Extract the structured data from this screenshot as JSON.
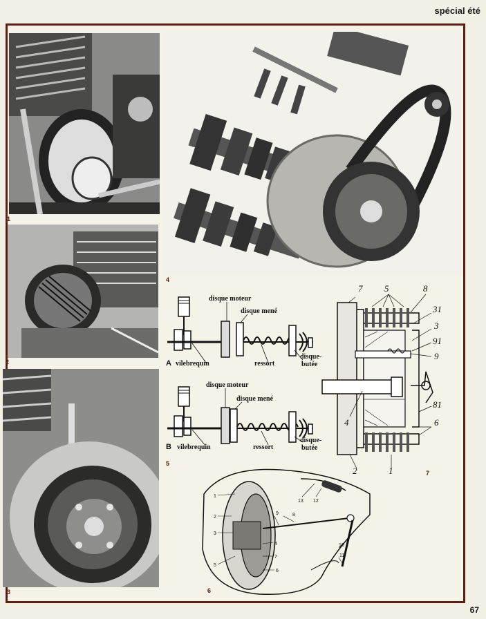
{
  "header": {
    "label": "spécial été"
  },
  "page_number": "67",
  "figures": {
    "fig1": {
      "number": "1"
    },
    "fig2": {
      "number": "2"
    },
    "fig3": {
      "number": "3"
    },
    "fig4": {
      "number": "4"
    },
    "fig5": {
      "number": "5",
      "diagram_a": {
        "letter": "A",
        "disque_moteur": "disque moteur",
        "disque_mene": "disque mené",
        "vilebrequin": "vilebrequin",
        "ressort": "ressort",
        "disque_butee_1": "disque-",
        "disque_butee_2": "butée"
      },
      "diagram_b": {
        "letter": "B",
        "disque_moteur": "disque moteur",
        "disque_mene": "disque mené",
        "vilebrequin": "vilebrequin",
        "ressort": "ressort",
        "disque_butee_1": "disque-",
        "disque_butee_2": "butée"
      }
    },
    "fig6": {
      "number": "6",
      "callouts": [
        "1",
        "2",
        "3",
        "4",
        "5",
        "6",
        "7",
        "8",
        "9",
        "10",
        "11",
        "12",
        "13"
      ]
    },
    "fig7": {
      "number": "7",
      "callouts": [
        "7",
        "5",
        "8",
        "31",
        "3",
        "91",
        "9",
        "4",
        "81",
        "6",
        "2",
        "1"
      ]
    }
  }
}
